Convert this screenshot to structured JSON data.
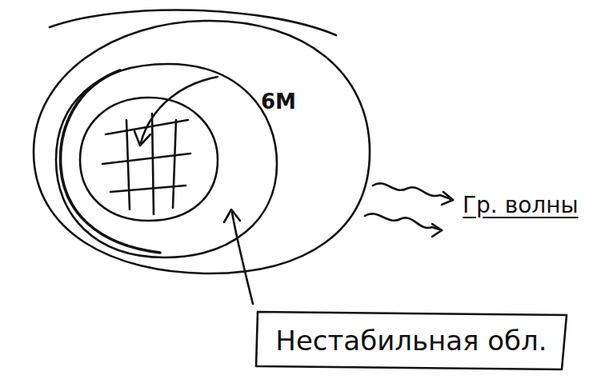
{
  "diagram": {
    "nodes": [
      {
        "text": [
          "Нестабильная обл."
        ]
      }
    ],
    "labels": [
      "6M",
      "Гр. волны"
    ]
  }
}
